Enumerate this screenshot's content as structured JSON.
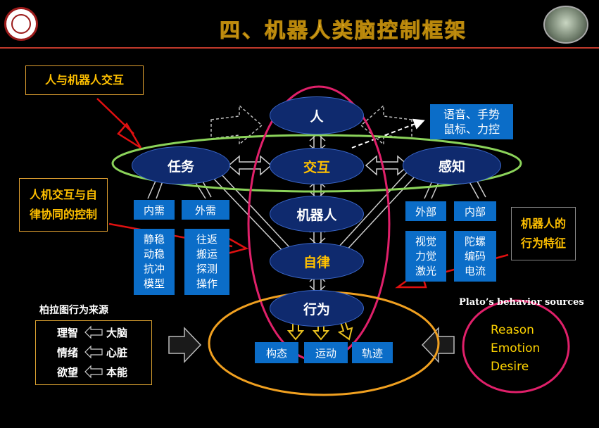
{
  "header": {
    "title": "四、机器人类脑控制框架"
  },
  "labels": {
    "hri": "人与机器人交互",
    "hrc": [
      "人机交互与自",
      "律协同的控制"
    ],
    "traits": [
      "机器人的",
      "行为特征"
    ]
  },
  "nodes": {
    "human": "人",
    "interaction": "交互",
    "robot": "机器人",
    "autonomy": "自律",
    "behavior": "行为",
    "task": "任务",
    "perception": "感知"
  },
  "interaction_modes": [
    "语音、手势",
    "鼠标、力控"
  ],
  "task_needs": {
    "internal": "内需",
    "external": "外需",
    "internal_items": [
      "静稳",
      "动稳",
      "抗冲",
      "模型"
    ],
    "external_items": [
      "往返",
      "搬运",
      "探测",
      "操作"
    ]
  },
  "perception_sources": {
    "external": "外部",
    "internal": "内部",
    "external_items": [
      "视觉",
      "力觉",
      "激光"
    ],
    "internal_items": [
      "陀螺",
      "编码",
      "电流"
    ]
  },
  "outputs": [
    "构态",
    "运动",
    "轨迹"
  ],
  "plato_cn": {
    "title": "柏拉图行为来源",
    "rows": [
      {
        "left": "理智",
        "right": "大脑"
      },
      {
        "left": "情绪",
        "right": "心脏"
      },
      {
        "left": "欲望",
        "right": "本能"
      }
    ]
  },
  "plato_en": {
    "title": "Plato’s behavior sources",
    "items": [
      "Reason",
      "Emotion",
      "Desire"
    ]
  },
  "colors": {
    "title": "#ffd34a",
    "accent_yellow": "#ffc000",
    "node_fill": "#0f2a6e",
    "box_blue": "#0b6dc8",
    "green_ring": "#8bd35a",
    "pink_ring": "#e0206a",
    "orange_ring": "#f0a020",
    "red_arrow": "#e01010"
  }
}
